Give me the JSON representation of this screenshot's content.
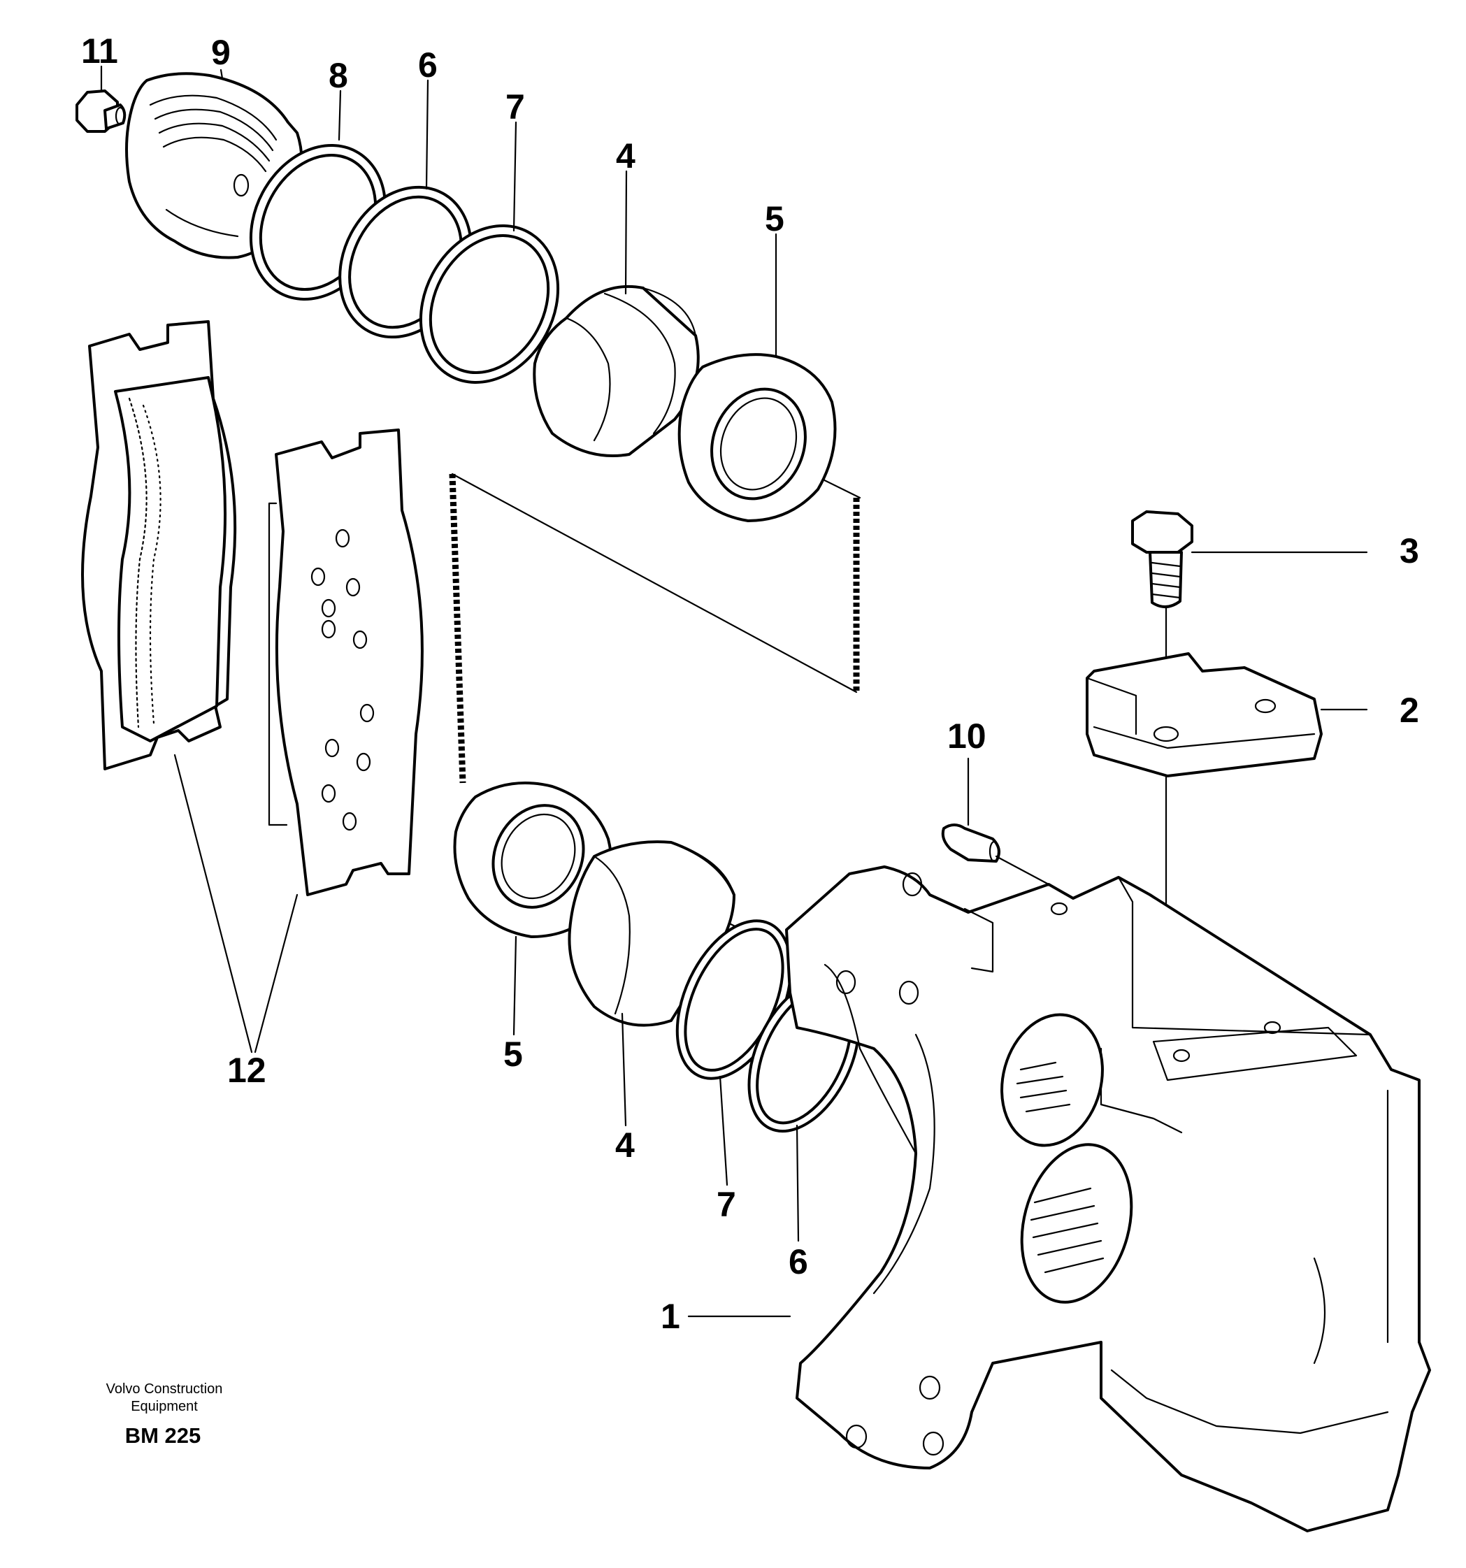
{
  "callouts": {
    "c11": "11",
    "c9": "9",
    "c8_top": "8",
    "c6_top": "6",
    "c7_top": "7",
    "c4_top": "4",
    "c5_top": "5",
    "c3": "3",
    "c2": "2",
    "c10": "10",
    "c12": "12",
    "c5_bottom": "5",
    "c4_bottom": "4",
    "c7_bottom": "7",
    "c6_bottom": "6",
    "c1": "1"
  },
  "footer": {
    "company_line1": "Volvo Construction",
    "company_line2": "Equipment",
    "code": "BM 225"
  }
}
